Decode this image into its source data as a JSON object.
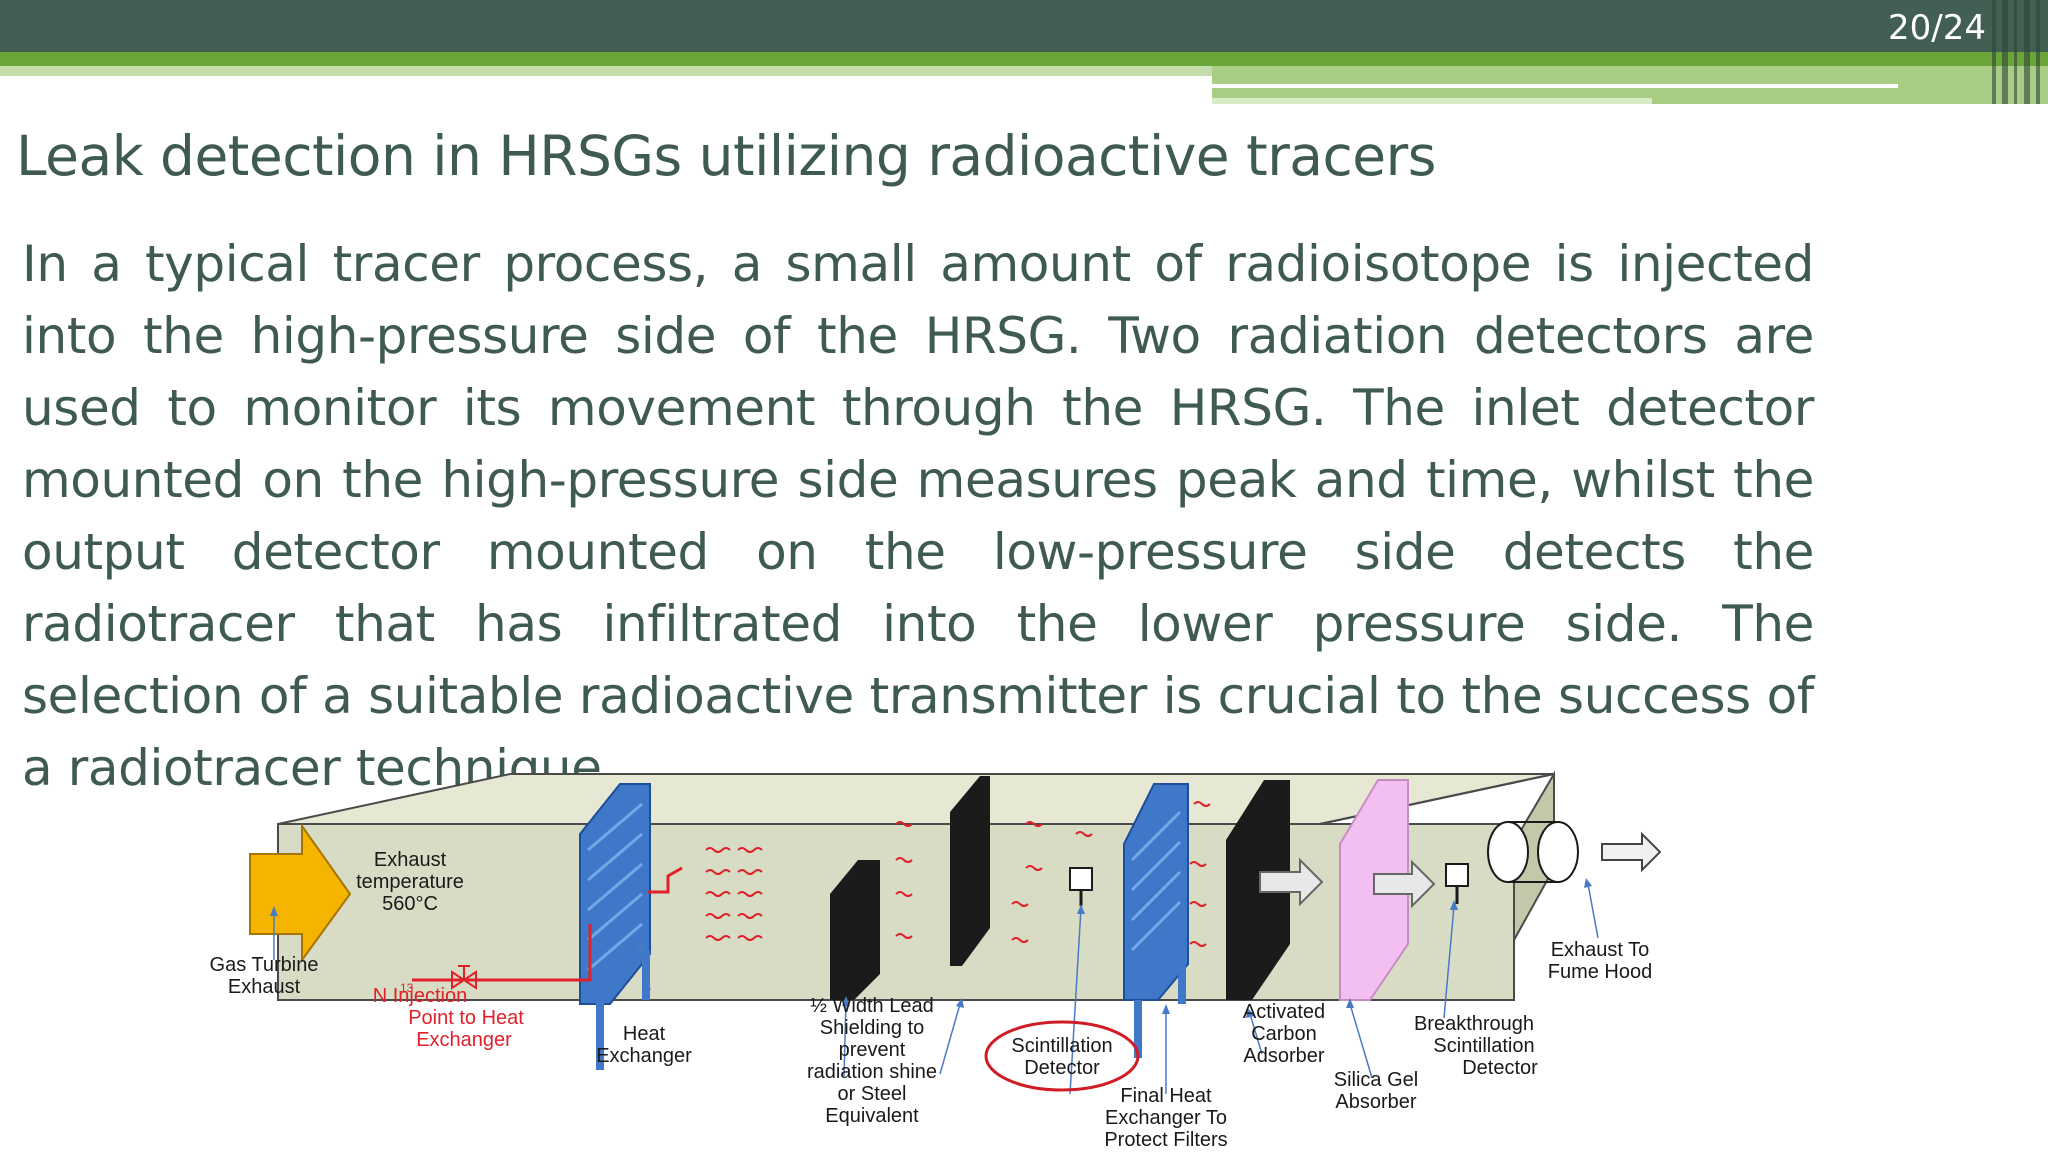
{
  "slide": {
    "page_number": "20/24",
    "title": "Leak detection in HRSGs utilizing radioactive tracers",
    "body": "In a typical tracer process, a small amount of radioisotope is injected into the high-pressure side of the HRSG. Two radiation detectors are used to monitor its movement through the HRSG. The inlet detector mounted on the high-pressure side measures peak and time, whilst the output detector mounted on the low-pressure side detects the radiotracer that has infiltrated into the lower pressure side. The selection of a suitable radioactive transmitter is crucial to the success of a radiotracer technique."
  },
  "diagram": {
    "colors": {
      "duct": "#d8dcc4",
      "exchanger": "#3f78c8",
      "lead": "#1b1b1b",
      "silica": "#f2bff0",
      "arrow": "#f5b400",
      "injection": "#e0202a"
    },
    "labels": {
      "exhaust_temp": [
        "Exhaust",
        "temperature",
        "560°C"
      ],
      "gas_turbine": [
        "Gas Turbine",
        "Exhaust"
      ],
      "injection_sup": "13",
      "injection": [
        "N Injection",
        "Point to Heat",
        "Exchanger"
      ],
      "heat_exchanger": [
        "Heat",
        "Exchanger"
      ],
      "lead_shielding": [
        "½ Width Lead",
        "Shielding to",
        "prevent",
        "radiation shine",
        "or Steel",
        "Equivalent"
      ],
      "scintillation": [
        "Scintillation",
        "Detector"
      ],
      "final_heat": [
        "Final Heat",
        "Exchanger To",
        "Protect Filters"
      ],
      "carbon": [
        "Activated",
        "Carbon",
        "Adsorber"
      ],
      "silica": [
        "Silica Gel",
        "Absorber"
      ],
      "breakthrough": [
        "Breakthrough",
        "Scintillation",
        "Detector"
      ],
      "exhaust_hood": [
        "Exhaust To",
        "Fume Hood"
      ],
      "detector_symbol": "?"
    }
  }
}
